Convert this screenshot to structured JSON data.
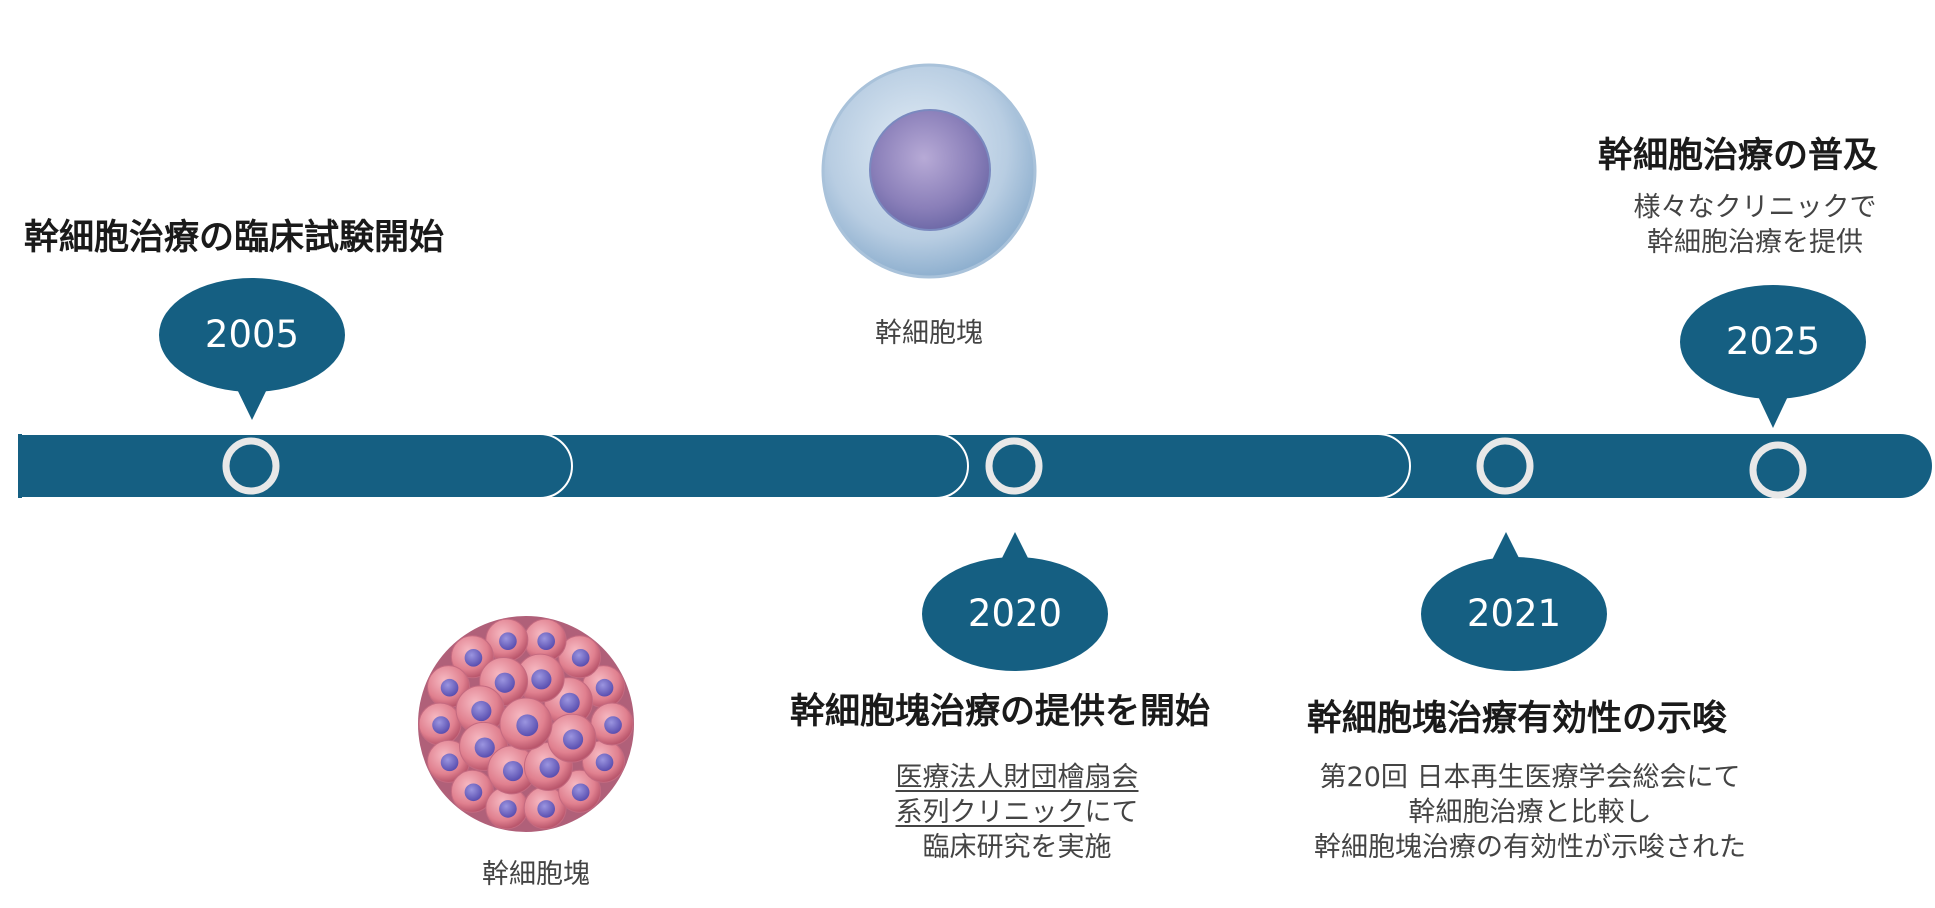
{
  "colors": {
    "band": "#155f82",
    "marker_ring": "#e8e8e8",
    "band_edge": "#ffffff"
  },
  "events": [
    {
      "year": "2005",
      "title": "幹細胞治療の臨床試験開始",
      "description": []
    },
    {
      "year": "2020",
      "title": "幹細胞塊治療の提供を開始",
      "description": [
        {
          "underline": "医療法人財団檜扇会",
          "rest": ""
        },
        {
          "underline": "系列クリニック",
          "rest": "にて"
        },
        {
          "underline": "",
          "rest": "臨床研究を実施"
        }
      ]
    },
    {
      "year": "2021",
      "title": "幹細胞塊治療有効性の示唆",
      "description": [
        {
          "underline": "",
          "rest": "第20回 日本再生医療学会総会にて"
        },
        {
          "underline": "",
          "rest": "幹細胞治療と比較し"
        },
        {
          "underline": "",
          "rest": "幹細胞塊治療の有効性が示唆された"
        }
      ]
    },
    {
      "year": "2025",
      "title": "幹細胞治療の普及",
      "description": [
        {
          "underline": "",
          "rest": "様々なクリニックで"
        },
        {
          "underline": "",
          "rest": "幹細胞治療を提供"
        }
      ]
    }
  ],
  "images": [
    {
      "name": "single-stem-cell-image",
      "caption": "幹細胞塊"
    },
    {
      "name": "stem-cell-cluster-image",
      "caption": "幹細胞塊"
    }
  ]
}
